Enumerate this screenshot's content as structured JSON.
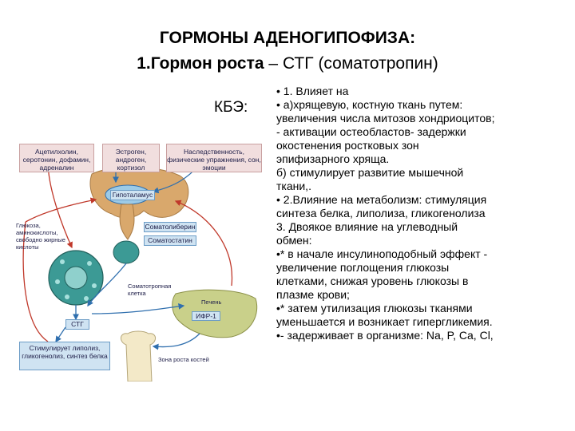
{
  "title": {
    "line1": "ГОРМОНЫ АДЕНОГИПОФИЗА:",
    "line2_bold": "1.Гормон роста",
    "line2_rest": " – СТГ (соматотропин)"
  },
  "kbe_label": "КБЭ:",
  "bullets": [
    "• 1. Влияет на",
    "• а)хрящевую, костную  ткань путем:",
    "увеличения числа митозов хондриоцитов;",
    "- активации остеобластов- задержки",
    "окостенения  ростковых  зон",
    "эпифизарного  хряща.",
    "б) стимулирует развитие мышечной",
    "ткани,.",
    "• 2.Влияние на метаболизм: стимуляция",
    "синтеза белка, липолиза, гликогенолиза",
    "3. Двоякое влияние на углеводный",
    "обмен:",
    "•* в начале инсулиноподобный эффект -",
    "увеличение поглощения глюкозы",
    "клетками, снижая уровень глюкозы в",
    "плазме крови;",
    "•* затем утилизация глюкозы тканями",
    "уменьшается и возникает гипергликемия.",
    "•- задерживает в организме: Na, P, Ca, Cl,"
  ],
  "diagram": {
    "box1": "Ацетилхолин, серотонин, дофамин, адреналин",
    "box2": "Эстроген, андроген, кортизол",
    "box3": "Наследственность, физические упражнения, сон, эмоции",
    "hypothalamus": "Гипоталамус",
    "somatoliberin": "Соматолиберин",
    "somatostatin": "Соматостатин",
    "metabolites": "Глюкоза, аминокислоты, свободно жирные кислоты",
    "somatotropic_cell": "Соматотропная клетка",
    "stg": "СТГ",
    "liver": "Печень",
    "igf": "ИФР-1",
    "effects_box": "Стимулирует липолиз, гликогенолиз, синтез белка",
    "growth_zone": "Зона роста костей"
  },
  "colors": {
    "pink": "#f1dede",
    "blue": "#cfe3f2",
    "arrow_red": "#c0392b",
    "arrow_blue": "#2f6fae",
    "brain": "#d9a86c",
    "liver": "#c9d08a",
    "cell": "#3c9a95",
    "bone": "#f3e9c8"
  }
}
